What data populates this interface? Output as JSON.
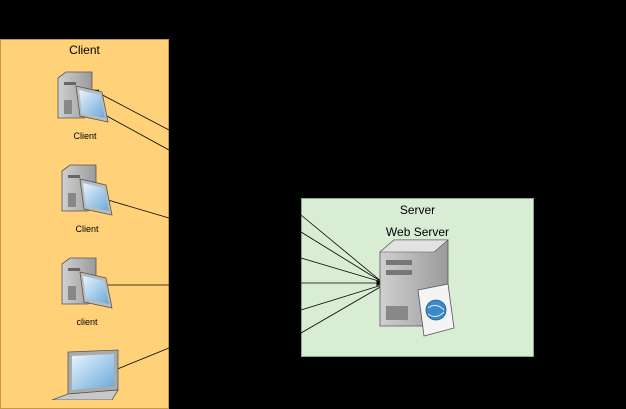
{
  "client_group": {
    "title": "Client"
  },
  "clients": [
    {
      "label": "Client",
      "icon": "desktop-computer-icon"
    },
    {
      "label": "Client",
      "icon": "desktop-computer-icon"
    },
    {
      "label": "client",
      "icon": "desktop-computer-icon"
    },
    {
      "label": "",
      "icon": "laptop-icon"
    }
  ],
  "server_group": {
    "title": "Server",
    "node_label": "Web Server",
    "icon": "web-server-icon"
  },
  "colors": {
    "client_fill": "#ffd27a",
    "server_fill": "#d9ecd4",
    "background": "#000000"
  }
}
